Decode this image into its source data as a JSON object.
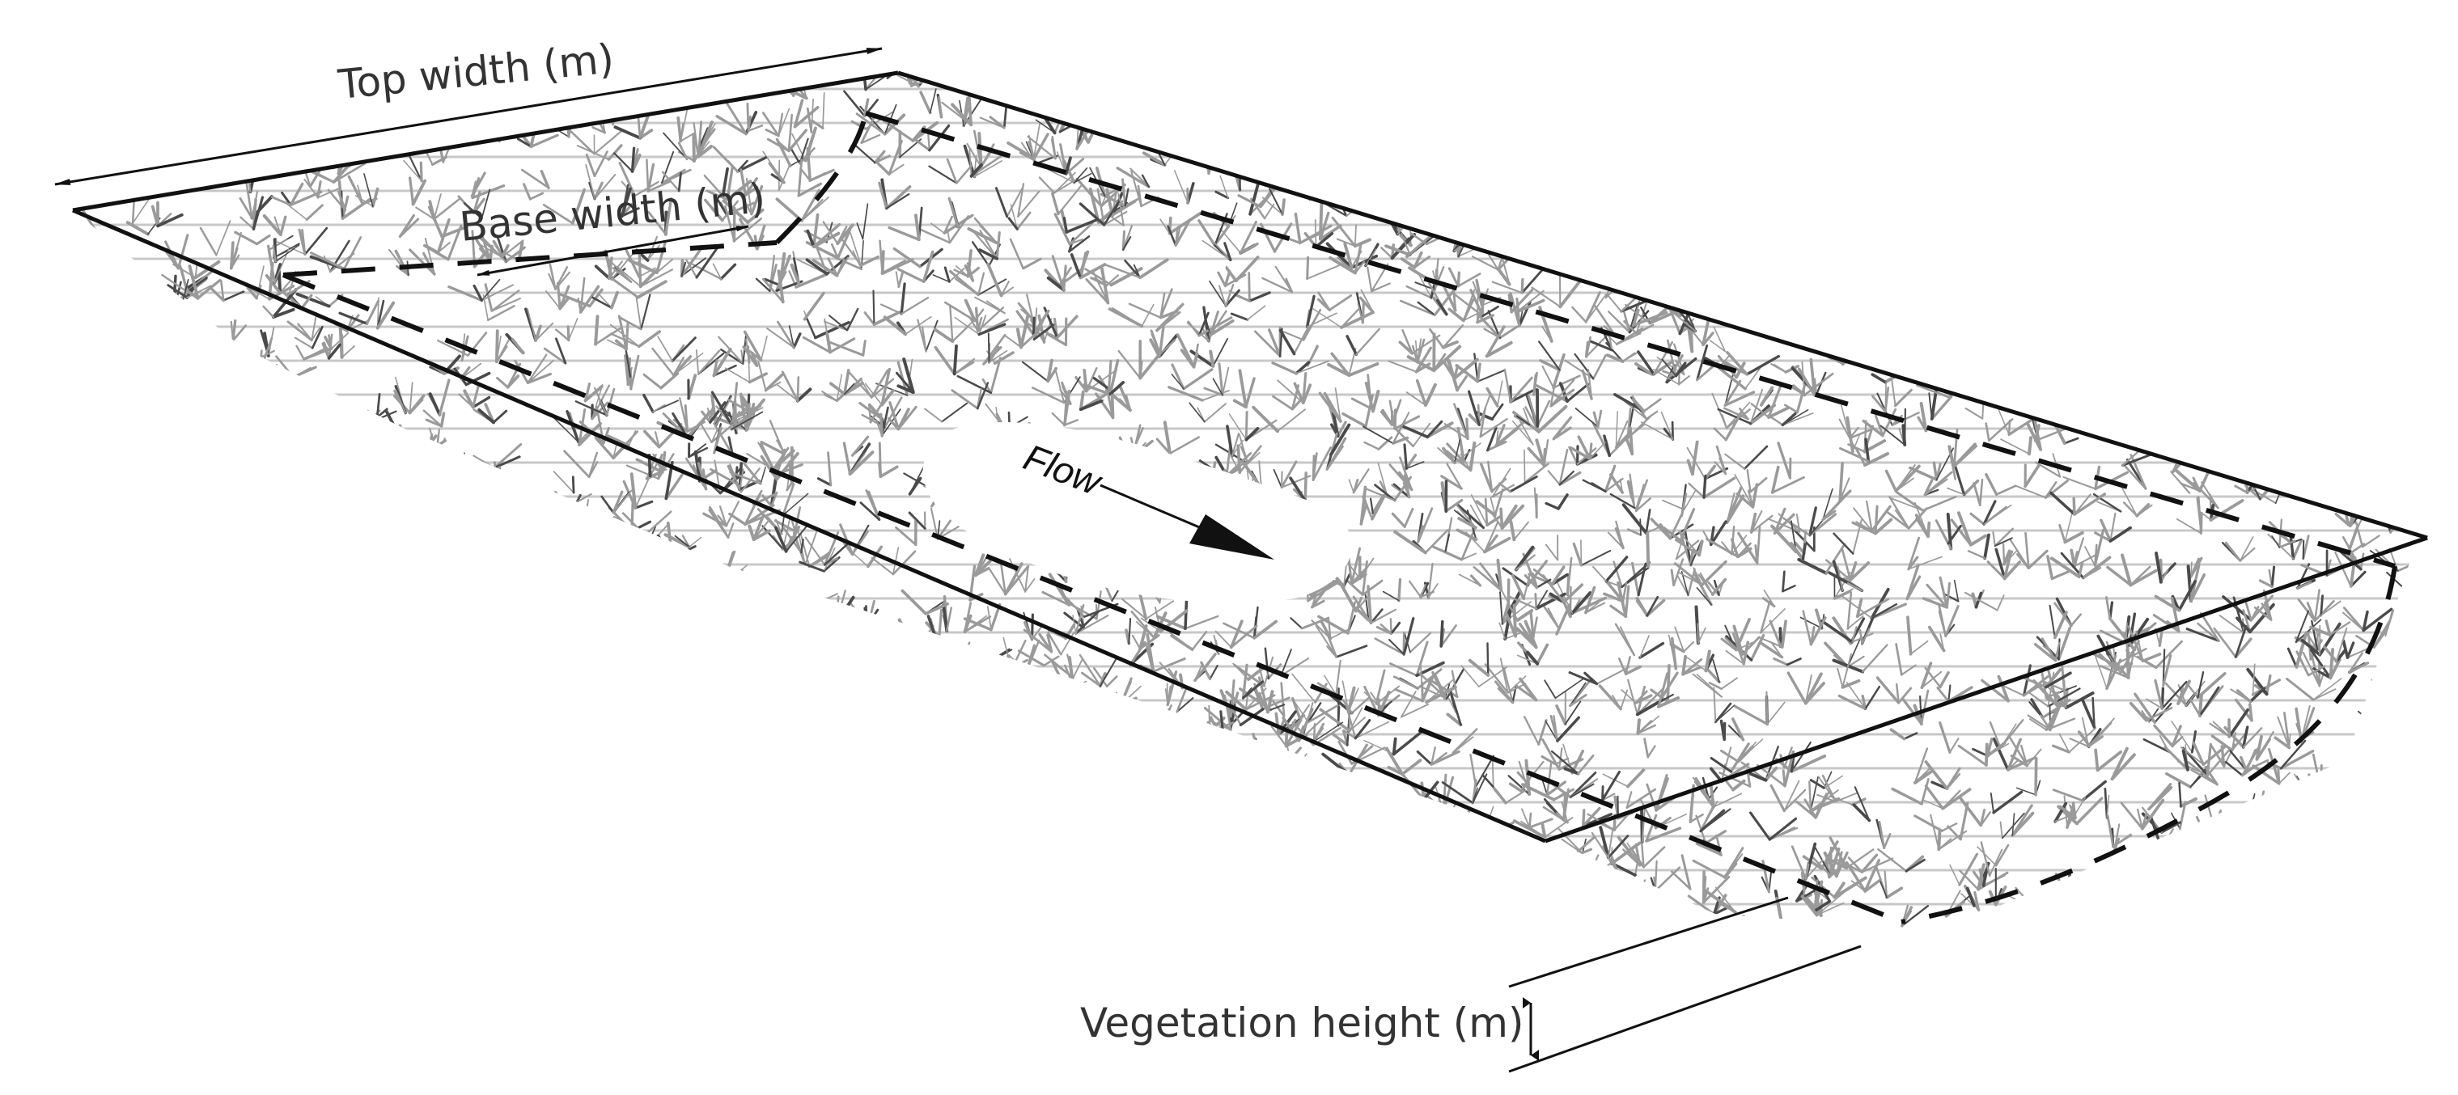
{
  "labels": {
    "top_width": "Top width (m)",
    "base_width": "Base width (m)",
    "flow": "Flow",
    "vegetation_height": "Vegetation height (m)"
  },
  "colors": {
    "outline": "#111111",
    "vegetation_light": "#9a9a9a",
    "vegetation_dark": "#4a4a4a",
    "label": "#333333"
  }
}
